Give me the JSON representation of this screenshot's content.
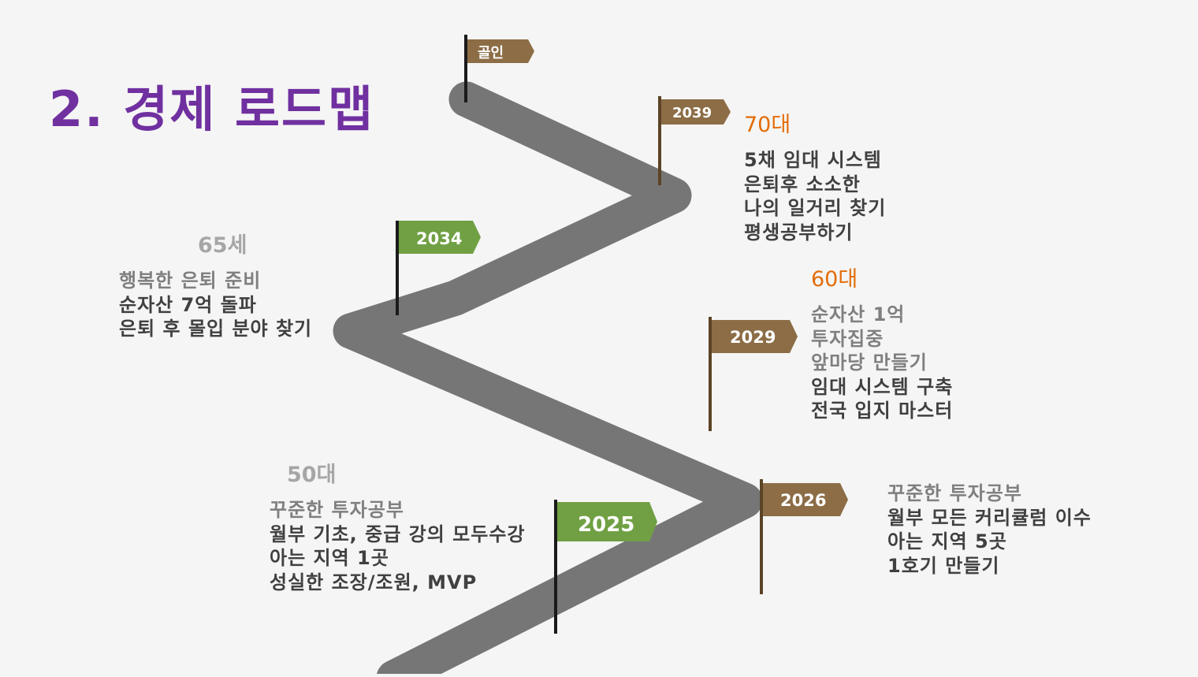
{
  "title": "2. 경제 로드맵",
  "flags": [
    {
      "label": "골인",
      "color": "#8c6d46"
    },
    {
      "label": "2039",
      "color": "#8c6d46"
    },
    {
      "label": "2034",
      "color": "#70a043"
    },
    {
      "label": "2029",
      "color": "#8c6d46"
    },
    {
      "label": "2026",
      "color": "#8c6d46"
    },
    {
      "label": "2025",
      "color": "#70a043"
    }
  ],
  "notes": {
    "age70": {
      "head": "70대",
      "lines": [
        "5채 임대 시스템",
        "은퇴후 소소한",
        "나의 일거리 찾기",
        "평생공부하기"
      ]
    },
    "age65": {
      "head": "65세",
      "lines": [
        "행복한 은퇴 준비",
        "순자산 7억 돌파",
        "은퇴 후 몰입 분야 찾기"
      ]
    },
    "age60": {
      "head": "60대",
      "lines": [
        "순자산 1억",
        "투자집중",
        "앞마당 만들기",
        "임대 시스템 구축",
        "전국 입지 마스터"
      ]
    },
    "age50": {
      "head": "50대",
      "lines": [
        "꾸준한 투자공부",
        "월부 기초, 중급 강의 모두수강",
        "아는 지역 1곳",
        "성실한 조장/조원, MVP"
      ]
    },
    "y2026": {
      "lines": [
        "꾸준한 투자공부",
        "월부 모든 커리큘럼 이수",
        "아는 지역 5곳",
        "1호기 만들기"
      ]
    }
  },
  "colors": {
    "title": "#7030a0",
    "road": "#767676",
    "pole_green": "#1a1a1a",
    "pole_brown": "#5c4426",
    "accent_orange": "#e36c09",
    "grey_text": "#a6a6a6"
  }
}
